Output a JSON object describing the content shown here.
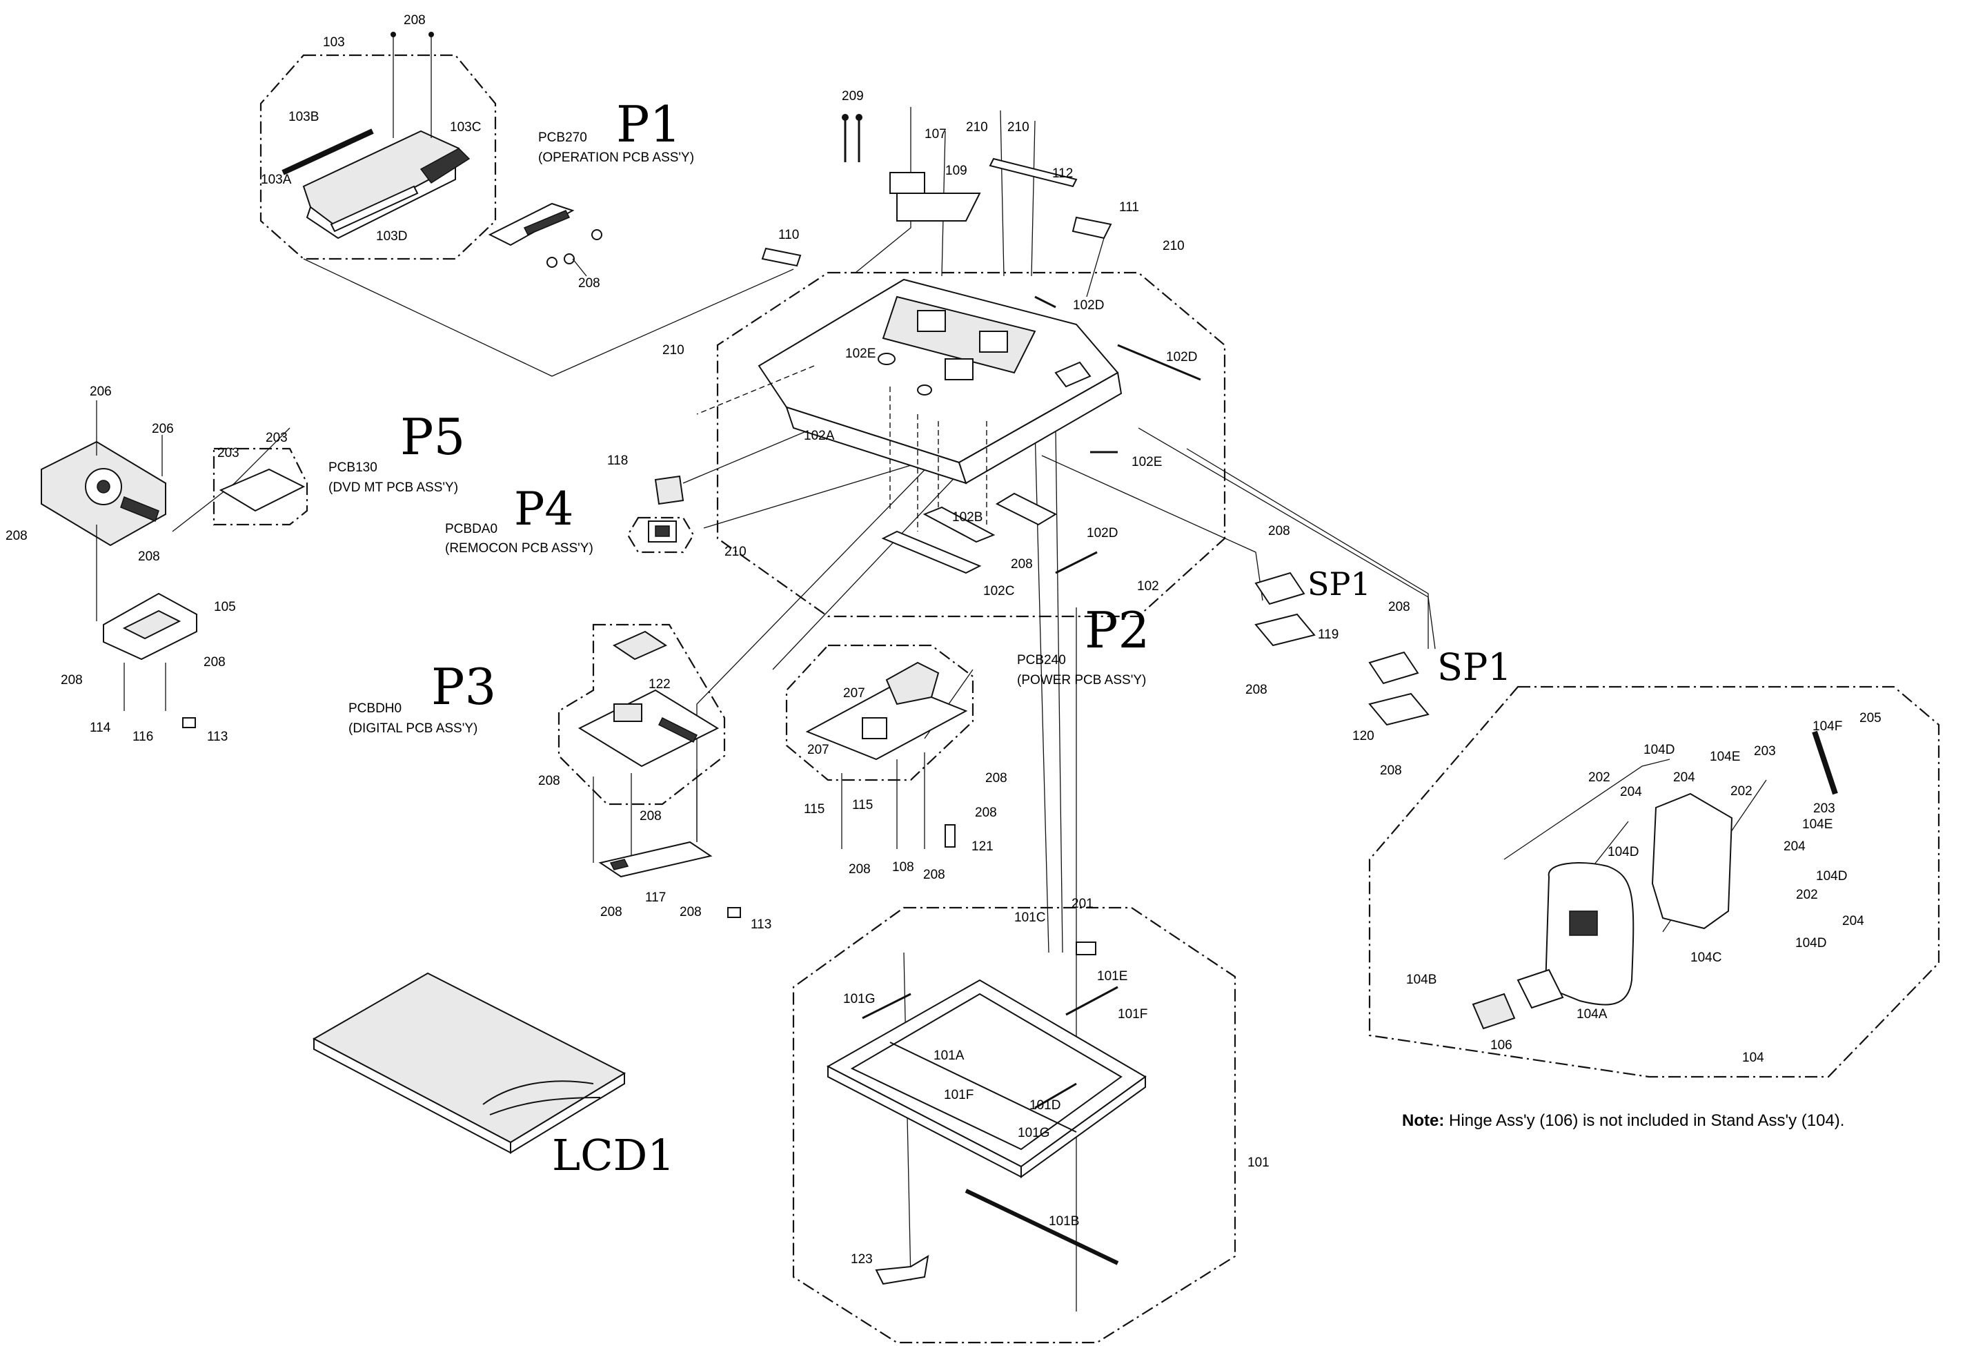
{
  "assemblies": {
    "p1": {
      "tag": "P1",
      "code": "PCB270",
      "name": "(OPERATION PCB ASS'Y)"
    },
    "p2": {
      "tag": "P2",
      "code": "PCB240",
      "name": "(POWER PCB ASS'Y)"
    },
    "p3": {
      "tag": "P3",
      "code": "PCBDH0",
      "name": "(DIGITAL PCB ASS'Y)"
    },
    "p4": {
      "tag": "P4",
      "code": "PCBDA0",
      "name": "(REMOCON PCB ASS'Y)"
    },
    "p5": {
      "tag": "P5",
      "code": "PCB130",
      "name": "(DVD MT PCB ASS'Y)"
    },
    "sp1_a": "SP1",
    "sp1_b": "SP1",
    "lcd1": "LCD1"
  },
  "labels": {
    "l103": "103",
    "l103A": "103A",
    "l103B": "103B",
    "l103C": "103C",
    "l103D": "103D",
    "l107": "107",
    "l109": "109",
    "l110": "110",
    "l111": "111",
    "l112": "112",
    "l102": "102",
    "l102A": "102A",
    "l102B": "102B",
    "l102C": "102C",
    "l102D_1": "102D",
    "l102D_2": "102D",
    "l102D_3": "102D",
    "l102E_1": "102E",
    "l102E_2": "102E",
    "l105": "105",
    "l113_1": "113",
    "l113_2": "113",
    "l114": "114",
    "l116": "116",
    "l117": "117",
    "l118": "118",
    "l119": "119",
    "l120": "120",
    "l121": "121",
    "l122": "122",
    "l123": "123",
    "l108": "108",
    "l115_1": "115",
    "l115_2": "115",
    "l101": "101",
    "l101A": "101A",
    "l101B": "101B",
    "l101C": "101C",
    "l101D": "101D",
    "l101E": "101E",
    "l101F_1": "101F",
    "l101F_2": "101F",
    "l101G_1": "101G",
    "l101G_2": "101G",
    "l104": "104",
    "l104A": "104A",
    "l104B": "104B",
    "l104C": "104C",
    "l104D_1": "104D",
    "l104D_2": "104D",
    "l104D_3": "104D",
    "l104D_4": "104D",
    "l104E_1": "104E",
    "l104E_2": "104E",
    "l104F": "104F",
    "l106": "106",
    "s201": "201",
    "s202_1": "202",
    "s202_2": "202",
    "s202_3": "202",
    "s203_1": "203",
    "s203_2": "203",
    "s203_3": "203",
    "s203_4": "203",
    "s204_1": "204",
    "s204_2": "204",
    "s204_3": "204",
    "s204_4": "204",
    "s205": "205",
    "s206_1": "206",
    "s206_2": "206",
    "s207_1": "207",
    "s207_2": "207",
    "s208_top": "208",
    "s208_p1": "208",
    "s208_a": "208",
    "s208_b": "208",
    "s208_c": "208",
    "s208_d": "208",
    "s208_e": "208",
    "s208_f": "208",
    "s208_g": "208",
    "s208_h": "208",
    "s208_i": "208",
    "s208_j": "208",
    "s208_k": "208",
    "s208_l": "208",
    "s208_m": "208",
    "s208_n": "208",
    "s208_o": "208",
    "s208_p": "208",
    "s208_q": "208",
    "s209": "209",
    "s210_1": "210",
    "s210_2": "210",
    "s210_3": "210",
    "s210_4": "210",
    "s210_5": "210"
  },
  "note": {
    "prefix": "Note:",
    "text": " Hinge Ass'y (106) is not included in Stand Ass'y (104)."
  }
}
